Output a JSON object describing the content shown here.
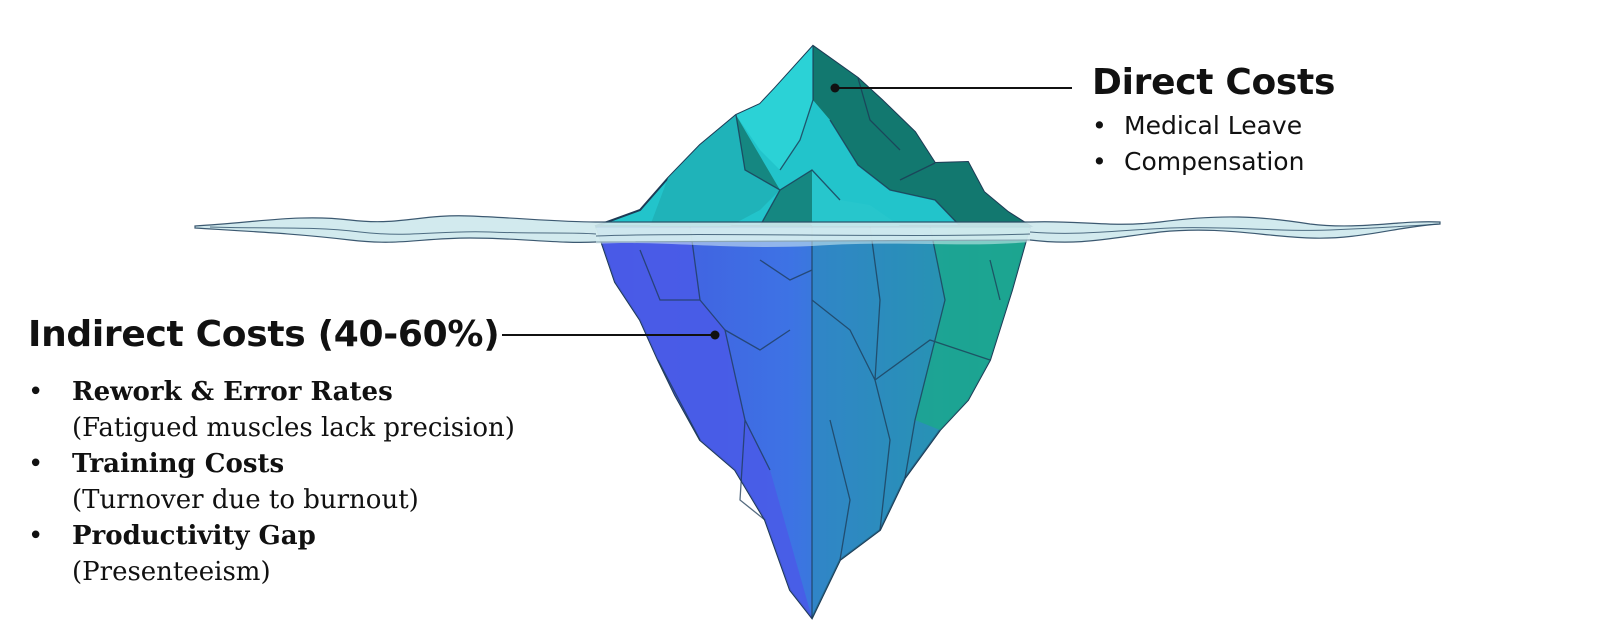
{
  "direct_costs": {
    "title": "Direct Costs",
    "items": [
      "Medical Leave",
      "Compensation"
    ]
  },
  "indirect_costs": {
    "title": "Indirect Costs (40-60%)",
    "items": [
      {
        "title": "Rework & Error Rates",
        "note": "(Fatigued muscles lack precision)"
      },
      {
        "title": "Training Costs",
        "note": "(Turnover due to burnout)"
      },
      {
        "title": "Productivity Gap",
        "note": "(Presenteeism)"
      }
    ]
  },
  "colors": {
    "tip_light": "#22c9cc",
    "tip_dark": "#127a72",
    "underwater_blue": "#4b5fe6",
    "underwater_teal": "#1ba88c",
    "water": "#cde9ec",
    "outline": "#1d3a55",
    "leader_line": "#111111"
  }
}
